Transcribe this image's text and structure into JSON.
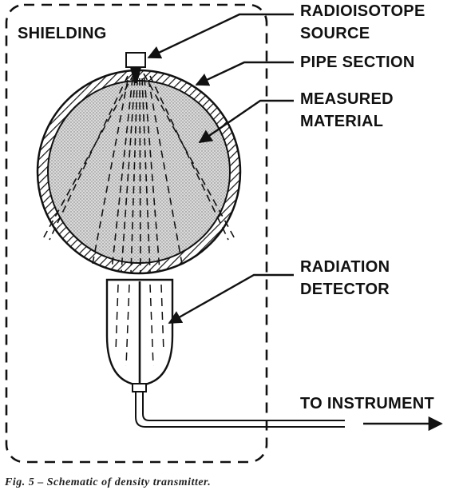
{
  "labels": {
    "shielding": "SHIELDING",
    "source_line1": "RADIOISOTOPE",
    "source_line2": "SOURCE",
    "pipe": "PIPE SECTION",
    "material_line1": "MEASURED",
    "material_line2": "MATERIAL",
    "detector_line1": "RADIATION",
    "detector_line2": "DETECTOR",
    "instrument": "TO INSTRUMENT"
  },
  "caption": "Fig. 5 – Schematic of density transmitter.",
  "colors": {
    "ink": "#111111",
    "material_fill": "#cfcfcf",
    "background": "#ffffff"
  }
}
